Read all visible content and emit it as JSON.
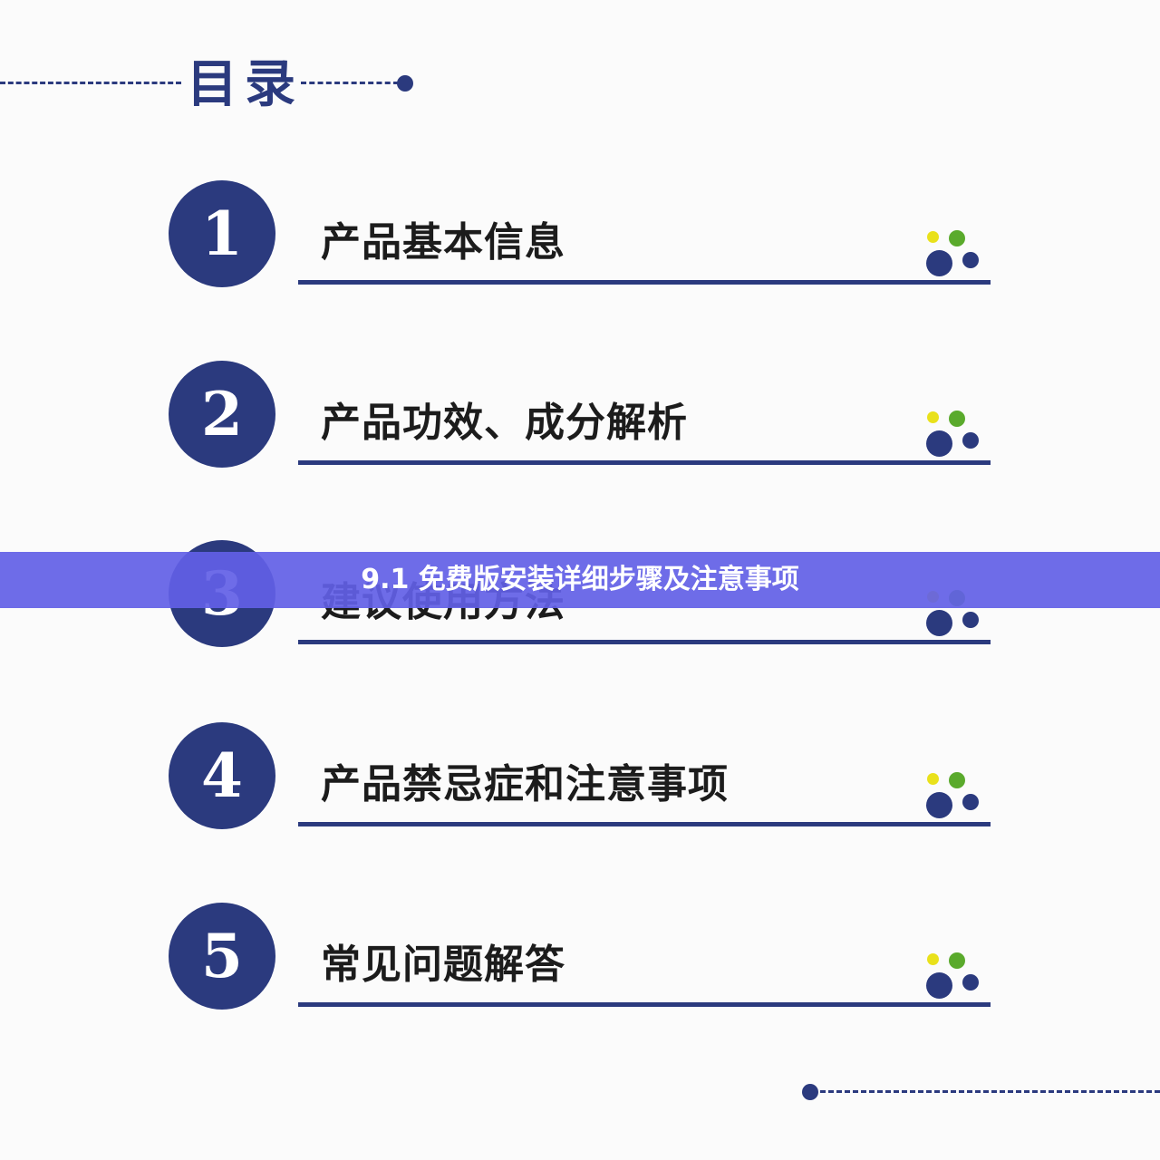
{
  "header": {
    "title": "目录"
  },
  "toc": [
    {
      "number": "1",
      "label": "产品基本信息"
    },
    {
      "number": "2",
      "label": "产品功效、成分解析"
    },
    {
      "number": "3",
      "label": "建议使用方法"
    },
    {
      "number": "4",
      "label": "产品禁忌症和注意事项"
    },
    {
      "number": "5",
      "label": "常见问题解答"
    }
  ],
  "banner": {
    "text": "9.1 免费版安装详细步骤及注意事项"
  },
  "colors": {
    "primary": "#2b3a7e",
    "accent_yellow": "#e9e11b",
    "accent_green": "#5aaa2c",
    "banner": "#6260e6",
    "background": "#fbfbfb"
  }
}
